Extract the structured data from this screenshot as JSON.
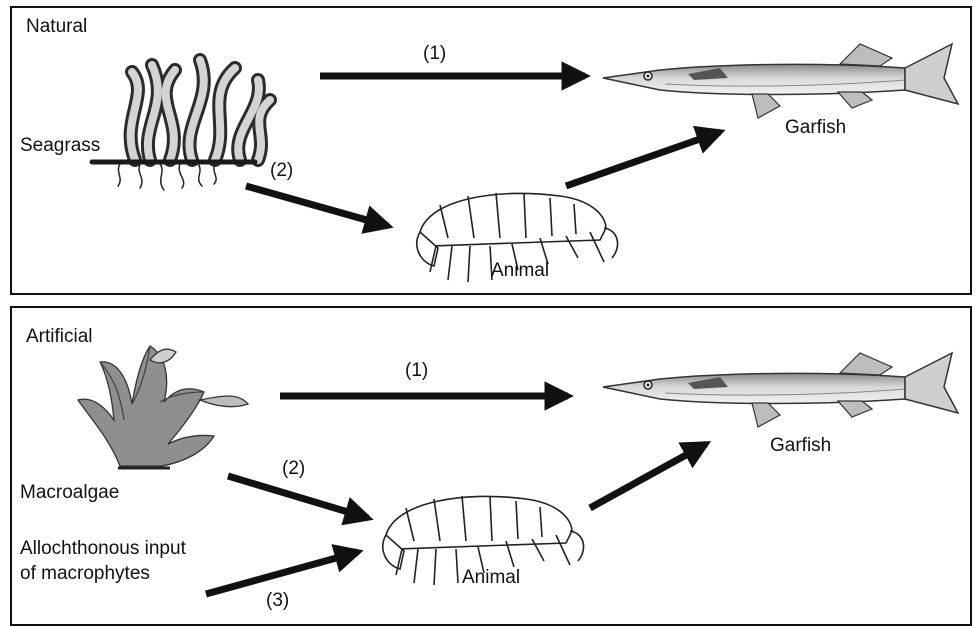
{
  "natural": {
    "title": "Natural",
    "source_label": "Seagrass",
    "consumer_label": "Animal",
    "predator_label": "Garfish",
    "path_1": "(1)",
    "path_2": "(2)"
  },
  "artificial": {
    "title": "Artificial",
    "source_label": "Macroalgae",
    "input_label_line1": "Allochthonous input",
    "input_label_line2": "of macrophytes",
    "consumer_label": "Animal",
    "predator_label": "Garfish",
    "path_1": "(1)",
    "path_2": "(2)",
    "path_3": "(3)"
  },
  "icons": {
    "seagrass": "seagrass-icon",
    "macroalgae": "macroalgae-icon",
    "amphipod": "amphipod-icon",
    "garfish": "garfish-icon"
  }
}
